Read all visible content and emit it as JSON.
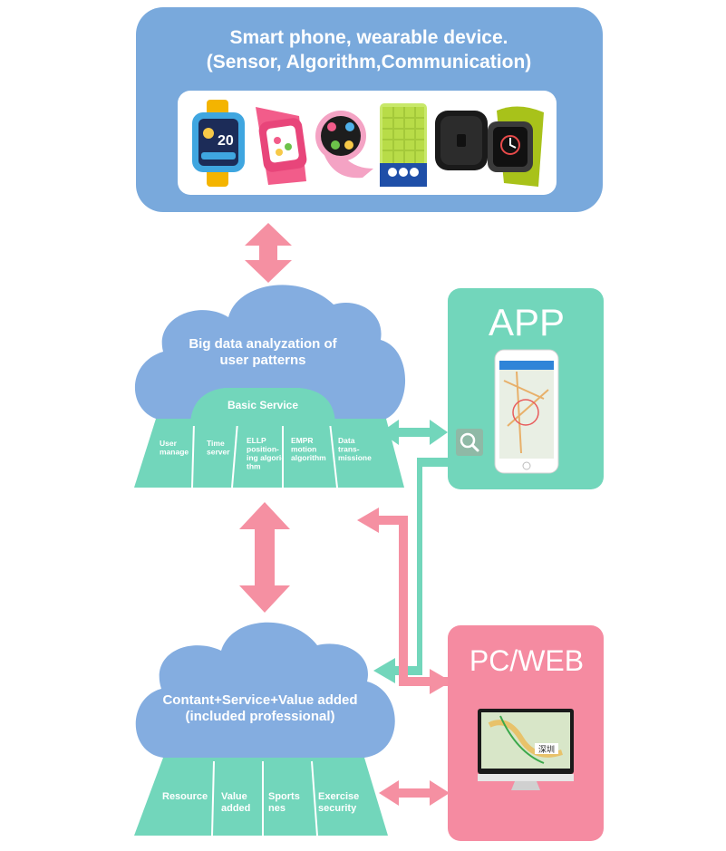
{
  "devices_panel": {
    "title_line1": "Smart phone, wearable device.",
    "title_line2": "(Sensor, Algorithm,Communication)",
    "device_images": [
      "kids-smartwatch-blue",
      "kids-smartwatch-pink",
      "round-smartwatch-pink",
      "green-card-tracker",
      "black-pet-tracker",
      "square-smartwatch-lime"
    ],
    "watch_screen_number": "20"
  },
  "big_data_cloud": {
    "title_line1": "Big data analyzation of",
    "title_line2": "user patterns",
    "basic_service_label": "Basic Service",
    "services": [
      {
        "lines": [
          "User",
          "manage"
        ]
      },
      {
        "lines": [
          "Time",
          "server"
        ]
      },
      {
        "lines": [
          "ELLP",
          "position-",
          "ing algori-",
          "thm"
        ]
      },
      {
        "lines": [
          "EMPR",
          "motion",
          "algorithm"
        ]
      },
      {
        "lines": [
          "Data",
          "trans-",
          "missione"
        ]
      }
    ]
  },
  "app_panel": {
    "title": "APP",
    "search_icon": "search-icon",
    "phone_image": "smartphone-map-app"
  },
  "content_cloud": {
    "title_line1": "Contant+Service+Value added",
    "title_line2": "(included professional)",
    "services": [
      {
        "lines": [
          "Resource"
        ]
      },
      {
        "lines": [
          "Value",
          "added"
        ]
      },
      {
        "lines": [
          "Sports",
          "nes"
        ]
      },
      {
        "lines": [
          "Exercise",
          "security"
        ]
      }
    ]
  },
  "pcweb_panel": {
    "title": "PC/WEB",
    "monitor_image": "desktop-monitor-map",
    "map_city_label": "深圳"
  },
  "colors": {
    "blue_panel": "#79a9dc",
    "cloud": "#84ade0",
    "teal": "#72d6bb",
    "pink": "#f58ba1",
    "pink_arrow": "#f590a2",
    "teal_arrow": "#72d6bb"
  }
}
